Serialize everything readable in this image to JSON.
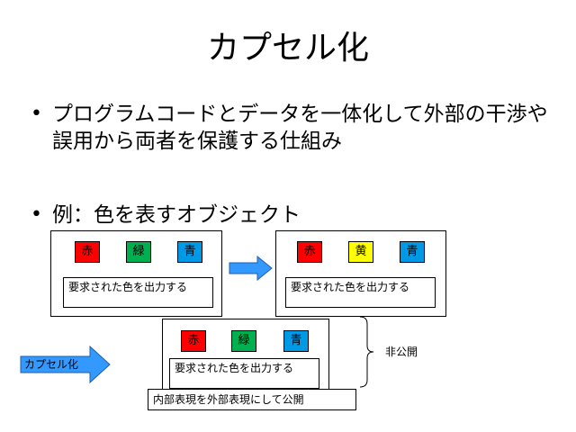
{
  "slide": {
    "title": "カプセル化",
    "bullets": [
      {
        "text": "プログラムコードとデータを一体化して外部の干渉や誤用から両者を保護する仕組み"
      },
      {
        "text": "例：色を表すオブジェクト"
      }
    ]
  },
  "objects": {
    "chips": {
      "red": {
        "label": "赤",
        "color": "#ff0000"
      },
      "green": {
        "label": "緑",
        "color": "#00b050"
      },
      "blue": {
        "label": "青",
        "color": "#0099e6"
      },
      "yellow": {
        "label": "黄",
        "color": "#ffff00"
      }
    },
    "method_label": "要求された色を出力する"
  },
  "encapsulated": {
    "arrow_label": "カプセル化",
    "private_label": "非公開",
    "public_interface": "内部表現を外部表現にして公開"
  },
  "colors": {
    "arrow_fill": "#3399ff",
    "arrow_stroke": "#1f5fa8"
  }
}
